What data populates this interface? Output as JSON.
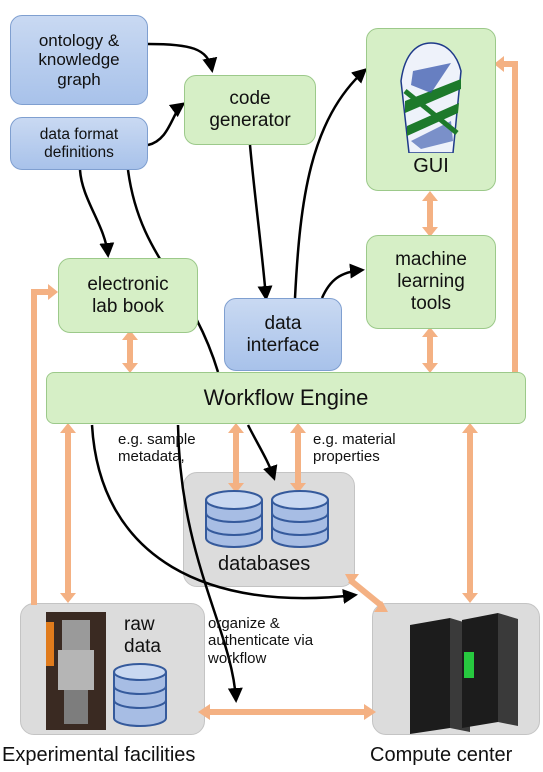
{
  "boxes": {
    "ontology": "ontology & knowledge graph",
    "data_format": "data format definitions",
    "code_generator": "code generator",
    "gui": "GUI",
    "elab": "electronic lab book",
    "ml": "machine learning tools",
    "data_interface": "data interface",
    "workflow": "Workflow Engine",
    "databases": "databases",
    "raw_data": "raw data"
  },
  "annotations": {
    "sample_meta": "e.g. sample metadata,",
    "material_props": "e.g. material properties",
    "organize": "organize & authenticate via workflow"
  },
  "captions": {
    "experimental": "Experimental facilities",
    "compute": "Compute center"
  },
  "colors": {
    "blue_box": "#bcd0ee",
    "green_box": "#d6efc6",
    "orange_arrow": "#f4b183",
    "grey_container": "#dcdcdc"
  }
}
